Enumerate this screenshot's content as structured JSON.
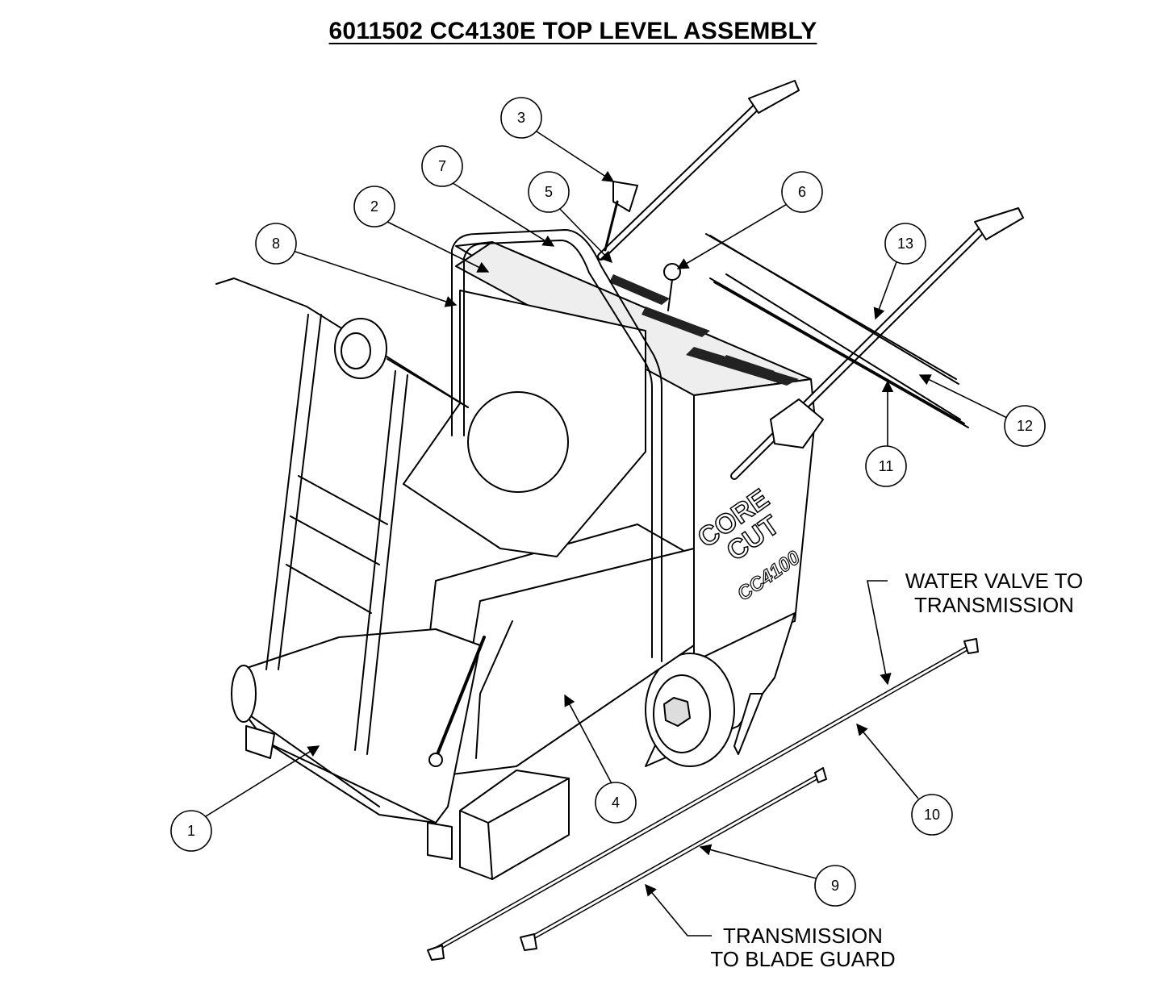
{
  "title": "6011502  CC4130E TOP LEVEL ASSEMBLY",
  "brand_lines": [
    "CORE",
    "CUT"
  ],
  "model_label": "CC4100",
  "callouts": [
    "1",
    "2",
    "3",
    "4",
    "5",
    "6",
    "7",
    "8",
    "9",
    "10",
    "11",
    "12",
    "13"
  ],
  "notes": {
    "water_valve": [
      "WATER VALVE TO",
      "TRANSMISSION"
    ],
    "blade_guard": [
      "TRANSMISSION",
      "TO BLADE GUARD"
    ]
  },
  "colors": {
    "line": "#000000",
    "background": "#ffffff",
    "shade": "#dcdcdc"
  }
}
